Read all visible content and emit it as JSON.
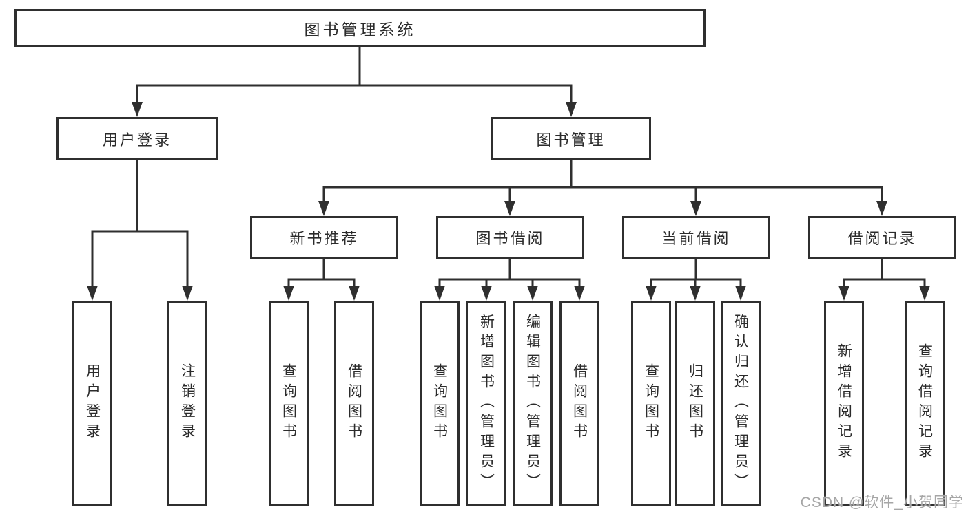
{
  "diagram": {
    "title": "图书管理系统",
    "level2": [
      {
        "label": "用户登录"
      },
      {
        "label": "图书管理"
      }
    ],
    "level3": [
      {
        "label": "新书推荐"
      },
      {
        "label": "图书借阅"
      },
      {
        "label": "当前借阅"
      },
      {
        "label": "借阅记录"
      }
    ],
    "leaves": {
      "user_login": [
        {
          "label": "用户登录"
        },
        {
          "label": "注销登录"
        }
      ],
      "new_book_recommend": [
        {
          "label": "查询图书"
        },
        {
          "label": "借阅图书"
        }
      ],
      "book_borrow": [
        {
          "label": "查询图书"
        },
        {
          "label": "新增图书（管理员）"
        },
        {
          "label": "编辑图书（管理员）"
        },
        {
          "label": "借阅图书"
        }
      ],
      "current_borrow": [
        {
          "label": "查询图书"
        },
        {
          "label": "归还图书"
        },
        {
          "label": "确认归还（管理员）"
        }
      ],
      "borrow_record": [
        {
          "label": "新增借阅记录"
        },
        {
          "label": "查询借阅记录"
        }
      ]
    },
    "watermark": "CSDN @软件_小贺同学",
    "colors": {
      "line": "#2f2f2f",
      "text": "#2b2b2b",
      "watermark": "#a6a6a6",
      "background": "#ffffff"
    }
  }
}
